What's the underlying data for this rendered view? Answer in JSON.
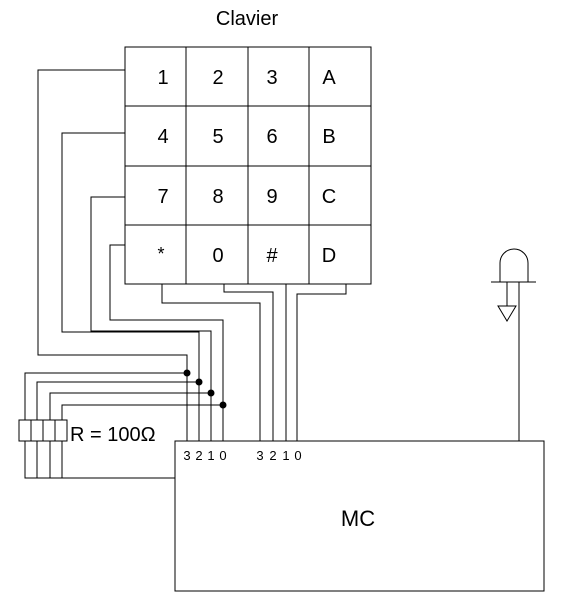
{
  "keypad": {
    "title": "Clavier",
    "keys": [
      [
        "1",
        "2",
        "3",
        "A"
      ],
      [
        "4",
        "5",
        "6",
        "B"
      ],
      [
        "7",
        "8",
        "9",
        "C"
      ],
      [
        "*",
        "0",
        "#",
        "D"
      ]
    ]
  },
  "resistor": {
    "label": "R = 100Ω"
  },
  "mc": {
    "label": "MC",
    "port_left_pins": [
      "3",
      "2",
      "1",
      "0"
    ],
    "port_right_pins": [
      "3",
      "2",
      "1",
      "0"
    ]
  },
  "colors": {
    "line": "#000000",
    "background": "#ffffff"
  }
}
